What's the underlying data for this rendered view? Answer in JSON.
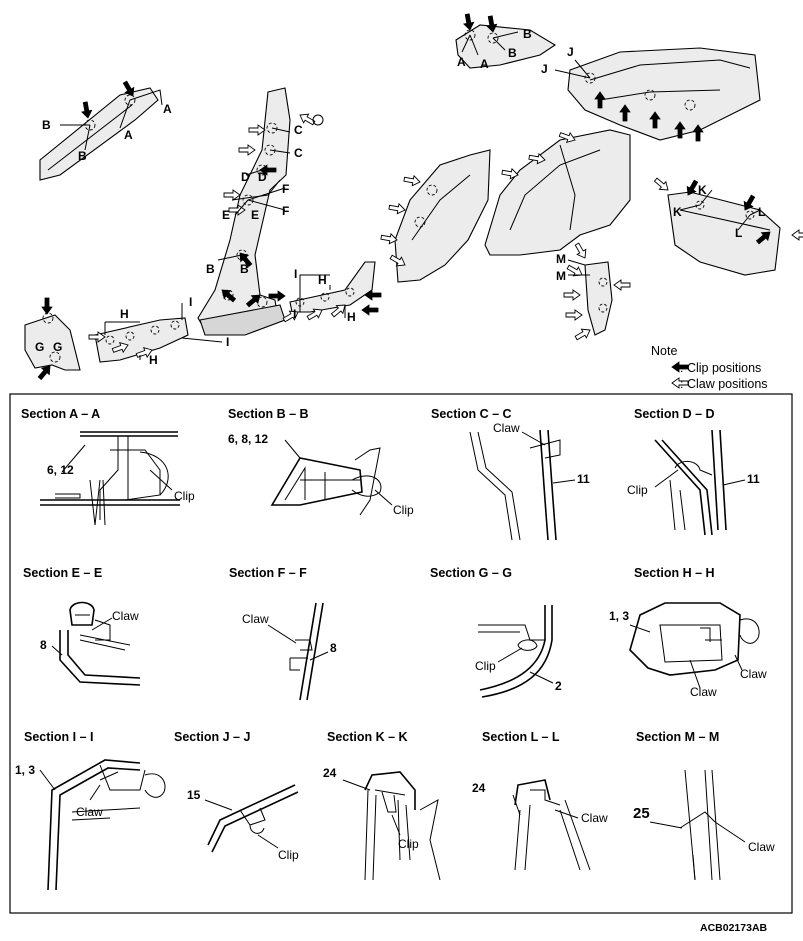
{
  "note": {
    "title": "Note",
    "clip_legend": ": Clip positions",
    "claw_legend": ": Claw positions"
  },
  "overview_labels": {
    "a": "A",
    "b": "B",
    "c": "C",
    "d": "D",
    "e": "E",
    "f": "F",
    "g": "G",
    "h": "H",
    "i": "I",
    "j": "J",
    "k": "K",
    "l": "L",
    "m": "M"
  },
  "sections": [
    {
      "title": "Section A – A",
      "labels": [
        "6, 12",
        "Clip"
      ]
    },
    {
      "title": "Section B – B",
      "labels": [
        "6, 8, 12",
        "Clip"
      ]
    },
    {
      "title": "Section C – C",
      "labels": [
        "Claw",
        "11"
      ]
    },
    {
      "title": "Section D – D",
      "labels": [
        "Clip",
        "11"
      ]
    },
    {
      "title": "Section E – E",
      "labels": [
        "Claw",
        "8"
      ]
    },
    {
      "title": "Section F – F",
      "labels": [
        "Claw",
        "8"
      ]
    },
    {
      "title": "Section G – G",
      "labels": [
        "Clip",
        "2"
      ]
    },
    {
      "title": "Section H – H",
      "labels": [
        "1, 3",
        "Claw",
        "Claw"
      ]
    },
    {
      "title": "Section I – I",
      "labels": [
        "1, 3",
        "Claw"
      ]
    },
    {
      "title": "Section J – J",
      "labels": [
        "15",
        "Clip"
      ]
    },
    {
      "title": "Section K – K",
      "labels": [
        "24",
        "Clip"
      ]
    },
    {
      "title": "Section L – L",
      "labels": [
        "24",
        "Claw"
      ]
    },
    {
      "title": "Section M – M",
      "labels": [
        "25",
        "Claw"
      ]
    }
  ],
  "figure_code": "ACB02173AB"
}
